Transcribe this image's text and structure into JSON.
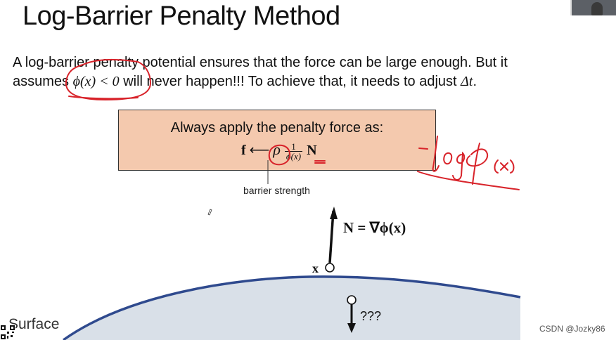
{
  "slide": {
    "title": "Log-Barrier Penalty Method",
    "para_line1": "A log-barrier penalty potential ensures that the force can be large enough.  But it",
    "para_line2_a": "assumes ",
    "para_line2_math": "ϕ(x) < 0",
    "para_line2_b": " will never happen!!!  To achieve that, it needs to adjust ",
    "para_line2_dt": "Δt",
    "para_line2_end": ".",
    "box_text": "Always apply the penalty force as:",
    "formula_f": "f",
    "formula_arrow": "⟵",
    "formula_rho": "ρ",
    "formula_num": "1",
    "formula_den": "ϕ(x)",
    "formula_N": "N",
    "strength_label": "barrier strength",
    "normal_label": "N = ∇ϕ(x)",
    "x_label": "x",
    "question": "???",
    "surface_label": "Surface",
    "annotation": "−log ϕ(x)"
  },
  "watermark": "CSDN @Jozky86",
  "colors": {
    "box_fill": "#f4c9ae",
    "ink_red": "#d8232a",
    "surface_fill": "#d9e0e8",
    "surface_line": "#2f4a8e"
  }
}
